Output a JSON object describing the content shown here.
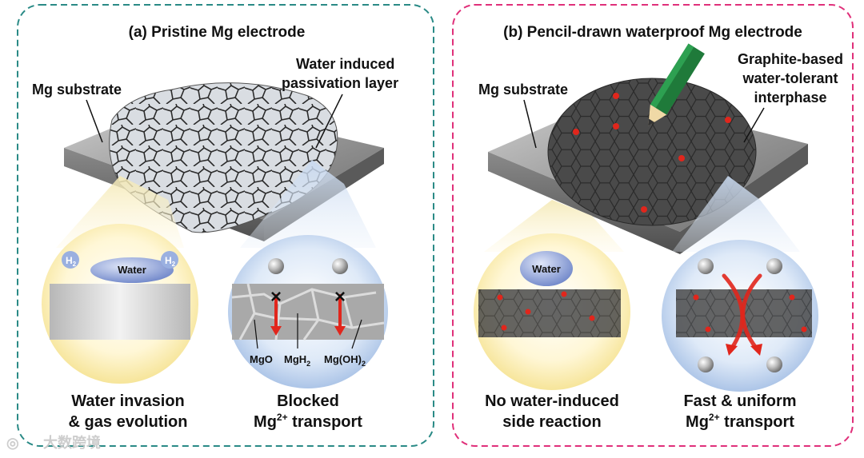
{
  "panel_a": {
    "title": "(a) Pristine Mg electrode",
    "substrate_label": "Mg substrate",
    "layer_label_1": "Water induced",
    "layer_label_2": "passivation layer",
    "h2_left": "H",
    "h2_right": "H",
    "h2_sub": "2",
    "water_label": "Water",
    "mgo_label": "MgO",
    "mgh2_label": "MgH",
    "mgh2_sub": "2",
    "mgoh2_label": "Mg(OH)",
    "mgoh2_sub": "2",
    "caption_left_1": "Water invasion",
    "caption_left_2": "& gas evolution",
    "caption_right_1": "Blocked",
    "caption_right_2_a": "Mg",
    "caption_right_2_sup": "2+",
    "caption_right_2_b": " transport",
    "border_color": "#2a8a86"
  },
  "panel_b": {
    "title": "(b) Pencil-drawn waterproof Mg electrode",
    "substrate_label": "Mg substrate",
    "interphase_label_1": "Graphite-based",
    "interphase_label_2": "water-tolerant",
    "interphase_label_3": "interphase",
    "water_label": "Water",
    "caption_left_1": "No water-induced",
    "caption_left_2": "side reaction",
    "caption_right_1": "Fast & uniform",
    "caption_right_2_a": "Mg",
    "caption_right_2_sup": "2+",
    "caption_right_2_b": " transport",
    "border_color": "#e0307a"
  },
  "watermark": "大数跨境"
}
